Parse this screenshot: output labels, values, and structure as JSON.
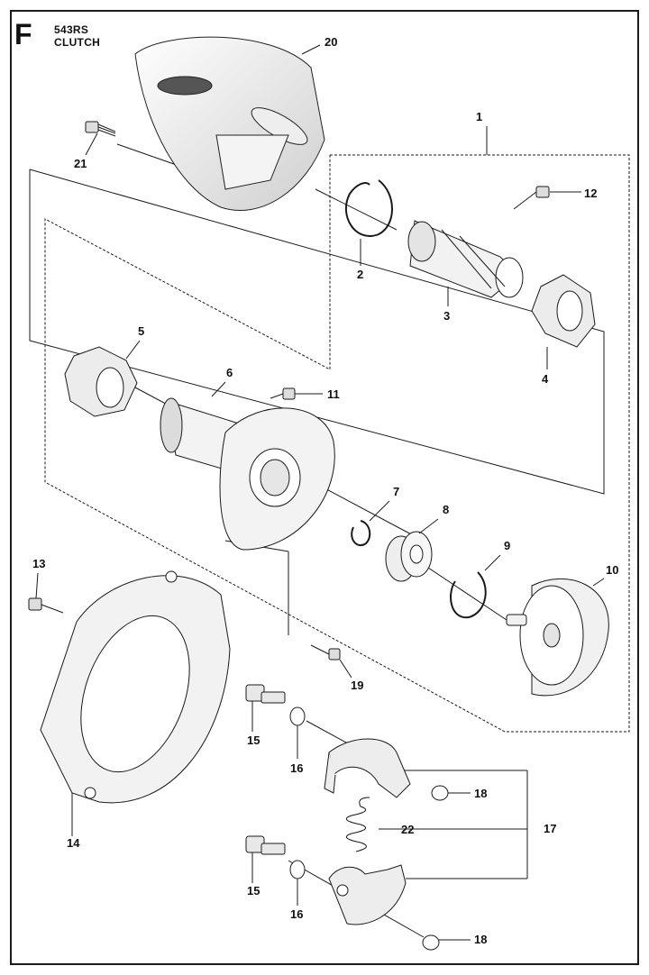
{
  "header": {
    "sheet_letter": "F",
    "model": "543RS",
    "section": "CLUTCH"
  },
  "parts": [
    {
      "ref": "1"
    },
    {
      "ref": "2"
    },
    {
      "ref": "3"
    },
    {
      "ref": "4"
    },
    {
      "ref": "5"
    },
    {
      "ref": "6"
    },
    {
      "ref": "7"
    },
    {
      "ref": "8"
    },
    {
      "ref": "9"
    },
    {
      "ref": "10"
    },
    {
      "ref": "11"
    },
    {
      "ref": "12"
    },
    {
      "ref": "13"
    },
    {
      "ref": "14"
    },
    {
      "ref": "15",
      "occurrence": 1
    },
    {
      "ref": "15",
      "occurrence": 2
    },
    {
      "ref": "16",
      "occurrence": 1
    },
    {
      "ref": "16",
      "occurrence": 2
    },
    {
      "ref": "17"
    },
    {
      "ref": "18",
      "occurrence": 1
    },
    {
      "ref": "18",
      "occurrence": 2
    },
    {
      "ref": "19"
    },
    {
      "ref": "20"
    },
    {
      "ref": "21"
    },
    {
      "ref": "22"
    }
  ]
}
